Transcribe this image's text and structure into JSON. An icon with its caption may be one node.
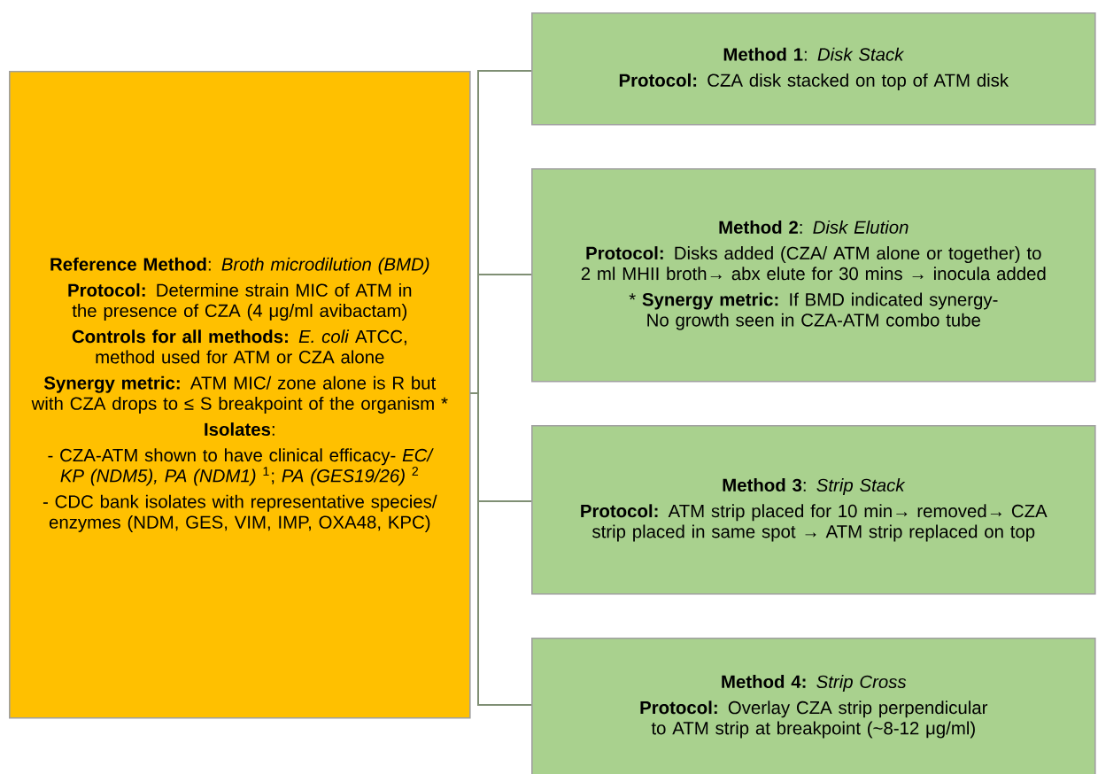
{
  "diagram": {
    "nodes": [
      {
        "text": [
          "**Reference Method**: *Broth microdilution (BMD)*",
          "**Protocol:** Determine strain MIC of ATM in the presence of CZA (4 μg/ml avibactam)",
          "**Controls for all methods:** *E. coli* ATCC, method used for ATM or CZA alone",
          "**Synergy metric:** ATM MIC/ zone alone is R but with CZA drops to ≤ S breakpoint of the organism *",
          "**Isolates**:",
          "- CZA-ATM shown to have clinical efficacy- *EC/ KP (NDM5), PA (NDM1)* $^{1}$; *PA (GES19/26)* $^{2}$",
          "- CDC bank isolates with representative species/ enzymes (NDM, GES, VIM, IMP, OXA48, KPC)"
        ]
      },
      {
        "text": [
          "**Method 1**: *Disk Stack*",
          "**Protocol:** CZA disk stacked on top of ATM disk"
        ]
      },
      {
        "text": [
          "**Method 2**: *Disk Elution*",
          "**Protocol:** Disks added (CZA/ ATM alone or together) to 2 ml MHII broth→ abx elute for 30 mins → inocula added",
          "* **Synergy metric:** If BMD indicated synergy- No growth seen in CZA-ATM combo tube"
        ]
      },
      {
        "text": [
          "**Method 3**: *Strip Stack*",
          "**Protocol:** ATM strip placed for 10 min→ removed→ CZA strip placed in same spot → ATM strip replaced on top"
        ]
      },
      {
        "text": [
          "**Method 4:** *Strip Cross*",
          "**Protocol:** Overlay CZA strip perpendicular to ATM strip at breakpoint (~8-12 μg/ml)"
        ]
      }
    ],
    "edges": [
      {
        "from": 0,
        "to": 1,
        "arrow": "none"
      },
      {
        "from": 0,
        "to": 2,
        "arrow": "none"
      },
      {
        "from": 0,
        "to": 3,
        "arrow": "none"
      },
      {
        "from": 0,
        "to": 4,
        "arrow": "none"
      }
    ]
  }
}
